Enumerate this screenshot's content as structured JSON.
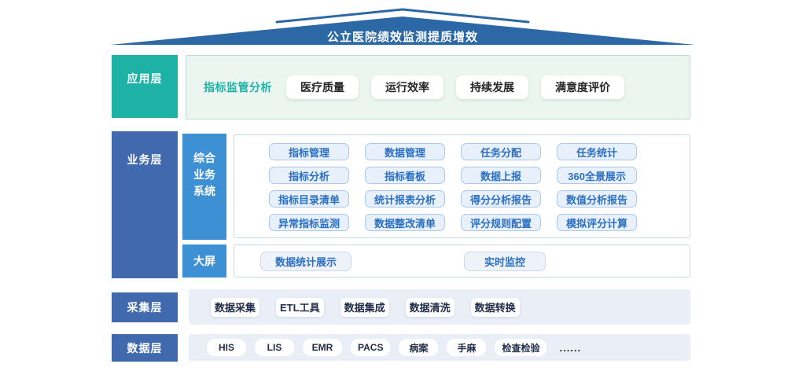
{
  "banner": {
    "title": "公立医院绩效监测提质增效"
  },
  "colors": {
    "banner_blue": "#2c68a6",
    "teal": "#1eb2a6",
    "layer_blue": "#4069ae",
    "sub_blue": "#3e90d4",
    "pill_blue": "#2b6fc2"
  },
  "application": {
    "label": "应用层",
    "highlight": "指标监管分析",
    "items": [
      "医疗质量",
      "运行效率",
      "持续发展",
      "满意度评价"
    ]
  },
  "business": {
    "label": "业务层",
    "system": {
      "label": "综合业务系统",
      "items": [
        "指标管理",
        "数据管理",
        "任务分配",
        "任务统计",
        "指标分析",
        "指标看板",
        "数据上报",
        "360全景展示",
        "指标目录清单",
        "统计报表分析",
        "得分分析报告",
        "数值分析报告",
        "异常指标监测",
        "数据整改清单",
        "评分规则配置",
        "模拟评分计算"
      ]
    },
    "screen": {
      "label": "大屏",
      "items": [
        "数据统计展示",
        "实时监控"
      ]
    }
  },
  "collection": {
    "label": "采集层",
    "items": [
      "数据采集",
      "ETL工具",
      "数据集成",
      "数据清洗",
      "数据转换"
    ]
  },
  "data_layer": {
    "label": "数据层",
    "items": [
      "HIS",
      "LIS",
      "EMR",
      "PACS",
      "病案",
      "手麻",
      "检查检验"
    ],
    "more": "......"
  }
}
